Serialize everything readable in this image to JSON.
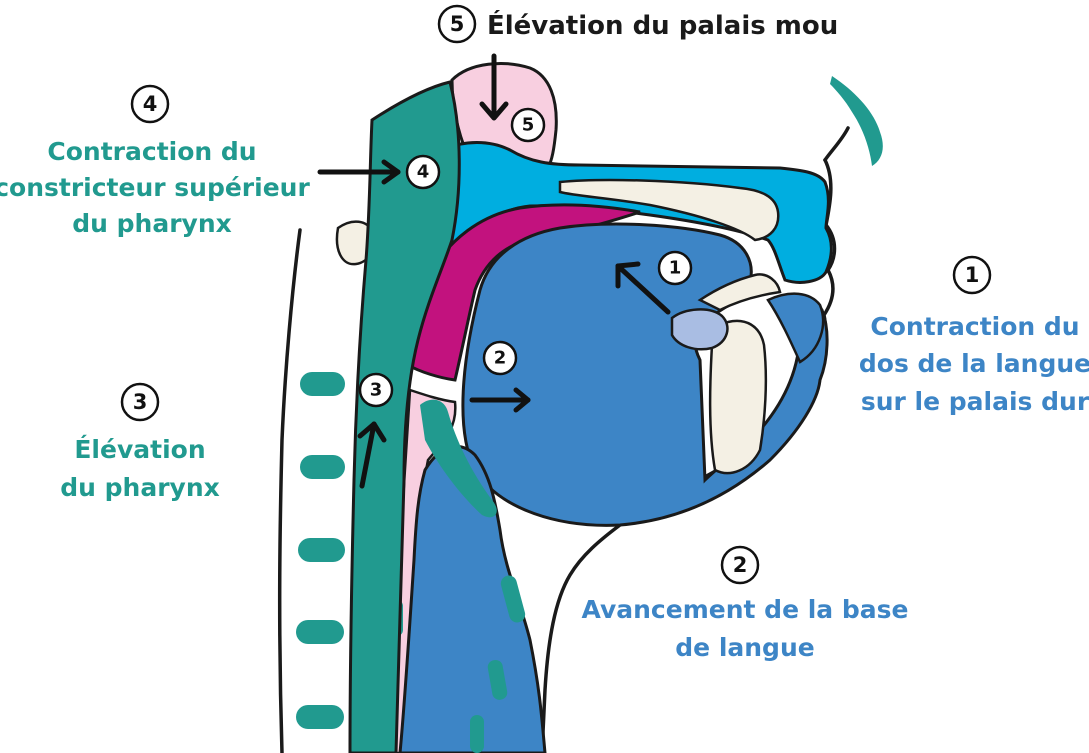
{
  "colors": {
    "teal": "#219a8f",
    "dark_teal": "#1e8c83",
    "blue": "#3d85c6",
    "light_blue": "#00aee0",
    "magenta": "#c2127e",
    "pink": "#f8cfe0",
    "bone": "#f4f0e4",
    "lavender": "#a9bde3",
    "outline": "#1a1a1a"
  },
  "labels": {
    "l1": {
      "num": "1",
      "lines": [
        "Contraction du",
        "dos de la langue",
        "sur le palais dur"
      ]
    },
    "l2": {
      "num": "2",
      "lines": [
        "Avancement de la base",
        "de langue"
      ]
    },
    "l3": {
      "num": "3",
      "lines": [
        "Élévation",
        "du pharynx"
      ]
    },
    "l4": {
      "num": "4",
      "lines": [
        "Contraction du",
        "constricteur supérieur",
        "du pharynx"
      ]
    },
    "l5": {
      "num": "5",
      "text": "Élévation du palais mou"
    }
  },
  "markers": [
    "1",
    "2",
    "3",
    "4",
    "5"
  ]
}
